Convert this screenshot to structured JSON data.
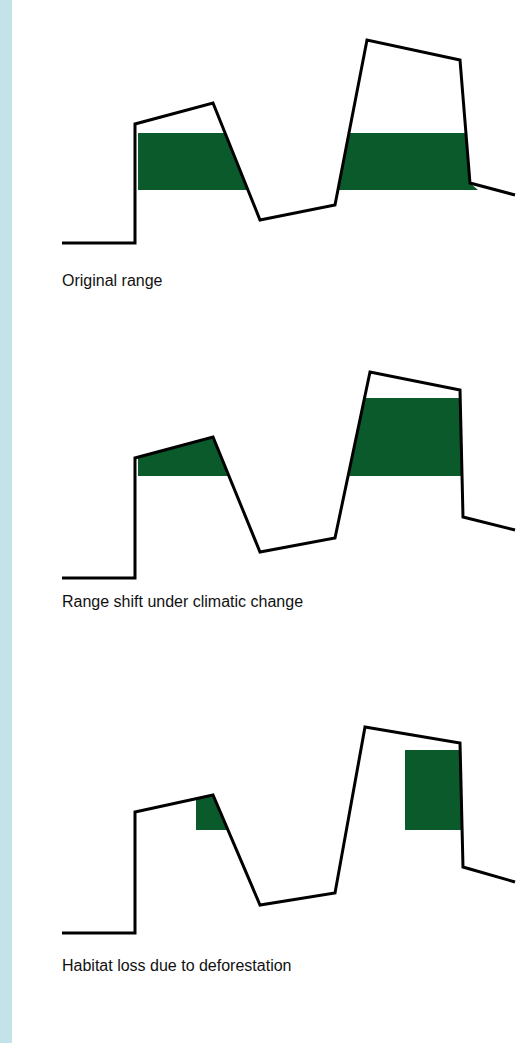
{
  "diagram": {
    "labels": [
      "Original range",
      "Range shift under climatic change",
      "Habitat loss due to deforestation"
    ]
  }
}
